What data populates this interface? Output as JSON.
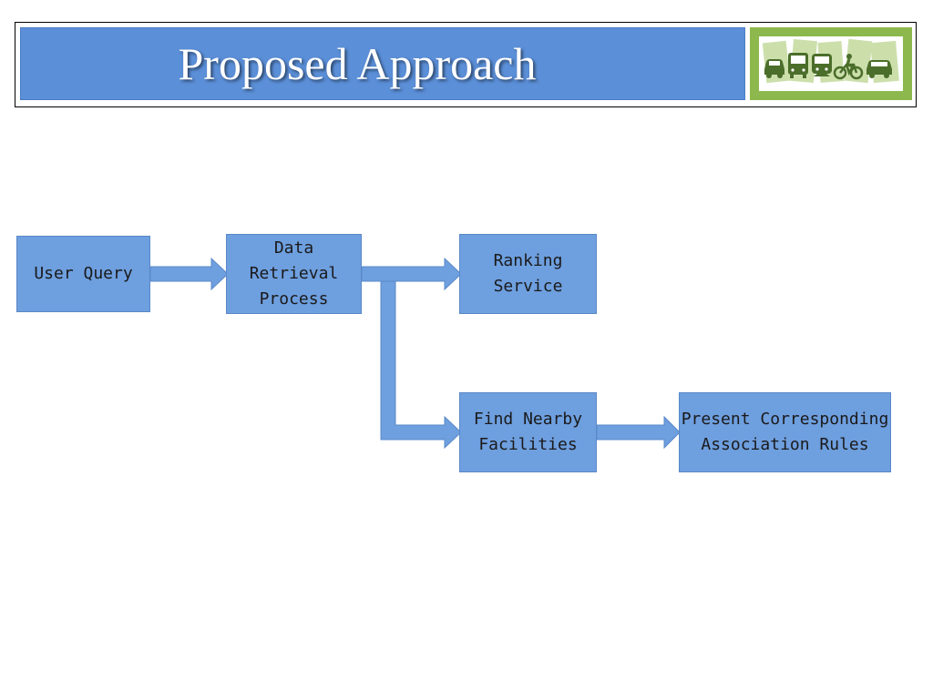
{
  "slide": {
    "title": "Proposed Approach",
    "logo_icons": [
      "car-icon",
      "bus-icon",
      "train-icon",
      "bicycle-icon",
      "car-icon"
    ]
  },
  "diagram": {
    "nodes": {
      "user_query": "User Query",
      "data_retrieval": "Data\nRetrieval\nProcess",
      "ranking": "Ranking\nService",
      "find_nearby": "Find Nearby\nFacilities",
      "present_rules": "Present Corresponding\nAssociation Rules"
    },
    "edges": [
      {
        "from": "User Query",
        "to": "Data Retrieval Process"
      },
      {
        "from": "Data Retrieval Process",
        "to": "Ranking Service"
      },
      {
        "from": "Data Retrieval Process",
        "to": "Find Nearby Facilities"
      },
      {
        "from": "Find Nearby Facilities",
        "to": "Present Corresponding Association Rules"
      }
    ],
    "colors": {
      "node_fill": "#6e9fdf",
      "arrow_fill": "#6e9fdf",
      "title_bar": "#5b8fd8",
      "logo_bg": "#8db84d",
      "logo_fg": "#4b6e2a"
    }
  }
}
